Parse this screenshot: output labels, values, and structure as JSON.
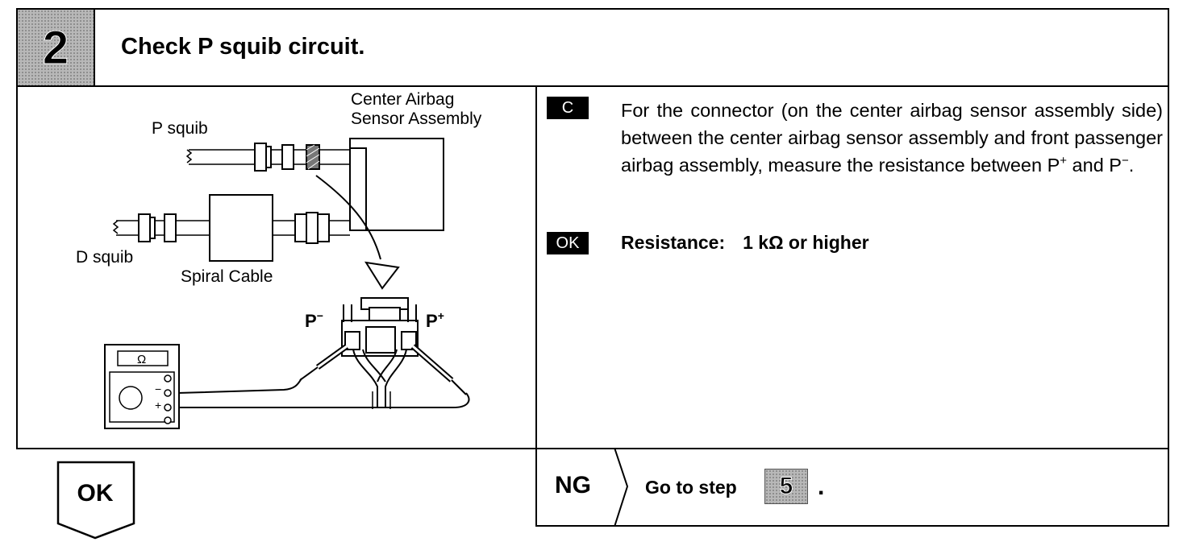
{
  "step": {
    "number": "2",
    "title": "Check P squib circuit."
  },
  "figure": {
    "labels": {
      "center_airbag": [
        "Center Airbag",
        "Sensor Assembly"
      ],
      "p_squib": "P squib",
      "d_squib": "D squib",
      "spiral_cable": "Spiral Cable",
      "p_minus": "P",
      "p_plus": "P",
      "ohm_symbol": "Ω",
      "minus": "−",
      "plus": "+"
    }
  },
  "instruction": {
    "tag": "C",
    "text_a": "For the connector (on the center airbag sensor assembly side) between the center airbag sensor assembly and front passenger airbag assembly, measure the resistance between P",
    "sup_plus": "+",
    "text_b": " and P",
    "sup_minus": "−",
    "text_c": "."
  },
  "ok_spec": {
    "tag": "OK",
    "label": "Resistance:",
    "value": "1 kΩ or higher"
  },
  "ok_branch": {
    "label": "OK"
  },
  "ng_branch": {
    "label": "NG",
    "goto_text": "Go to step",
    "goto_step": "5",
    "goto_end": "."
  }
}
